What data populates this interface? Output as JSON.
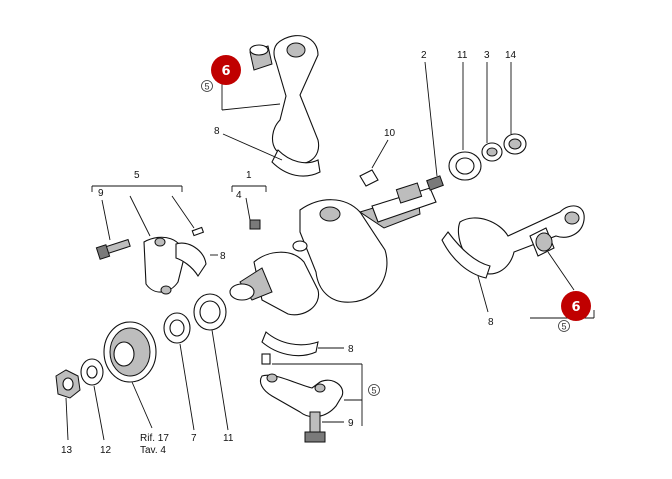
{
  "diagram": {
    "callouts": {
      "n2": "2",
      "n11_top": "11",
      "n3": "3",
      "n14": "14",
      "n10": "10",
      "n8_top": "8",
      "n1": "1",
      "n4": "4",
      "n5": "5",
      "n9_left": "9",
      "n8_left": "8",
      "n8_right": "8",
      "n8_bottom": "8",
      "n9_bottom": "9",
      "n13": "13",
      "n12": "12",
      "n7": "7",
      "n11_bottom": "11"
    },
    "reference": {
      "line1": "Rif. 17",
      "line2": "Tav. 4"
    },
    "circled_refs": {
      "top": "5",
      "right": "5",
      "bottom": "5"
    },
    "badges": {
      "top": "6",
      "right": "6"
    },
    "colors": {
      "badge": "#c00000"
    }
  }
}
